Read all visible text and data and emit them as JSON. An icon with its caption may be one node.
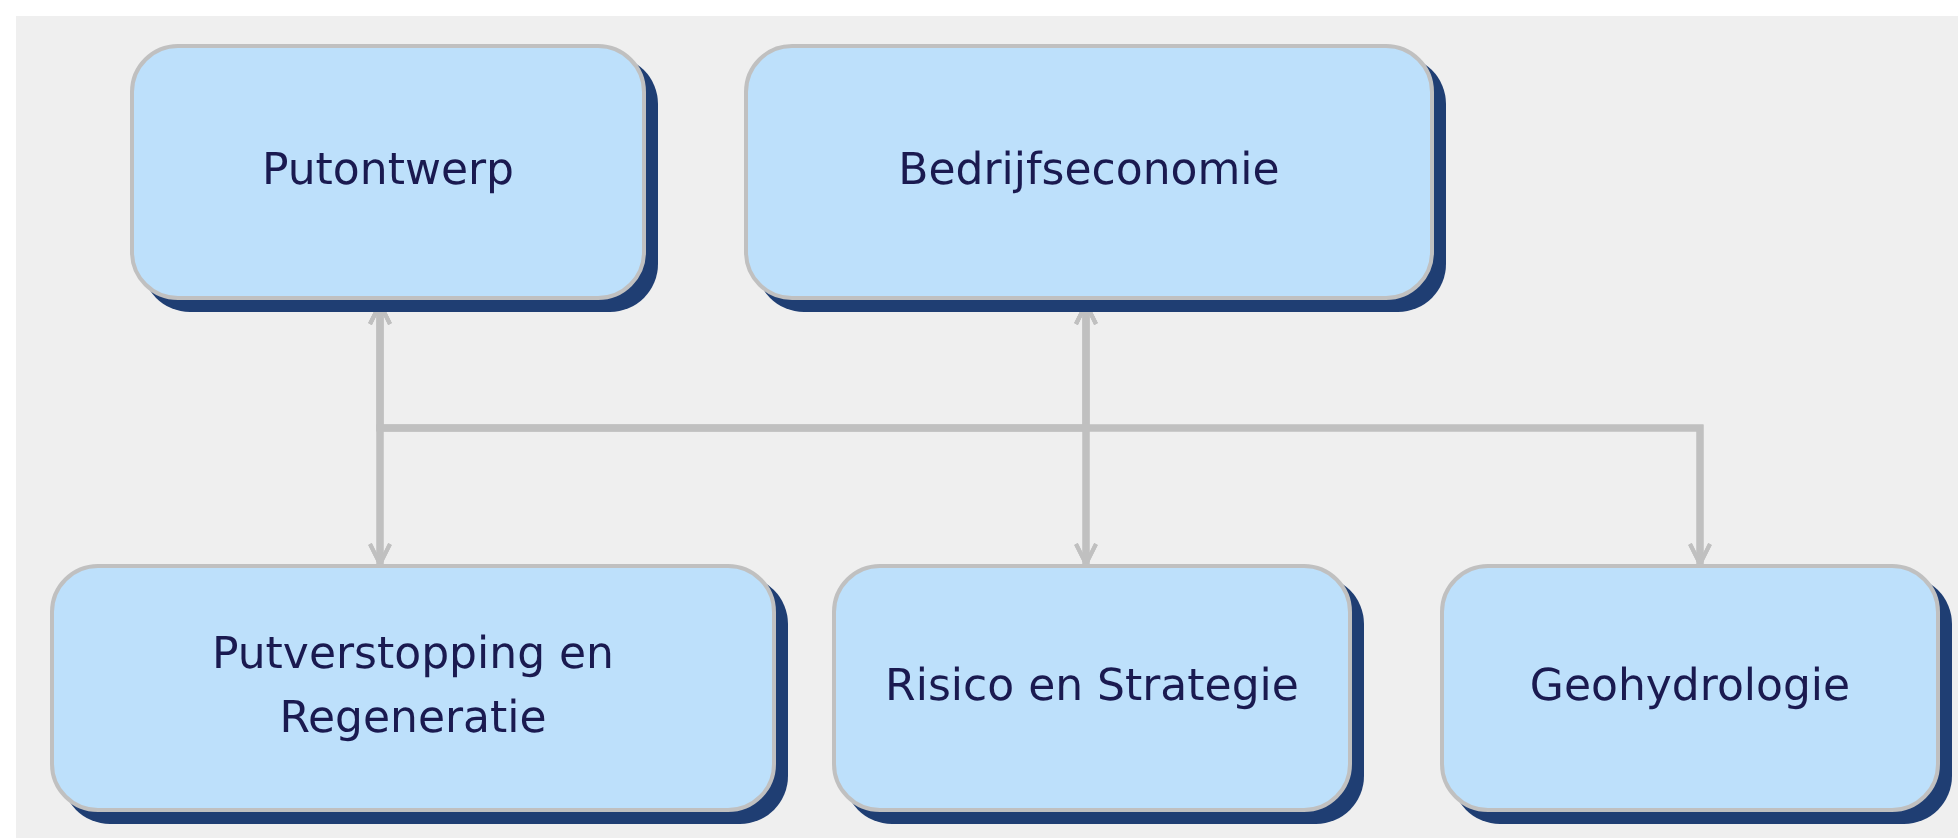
{
  "diagram": {
    "nodes": [
      {
        "text": [
          "Putontwerp"
        ]
      },
      {
        "text": [
          "Bedrijfseconomie"
        ]
      },
      {
        "text": [
          "Putverstopping en Regeneratie"
        ]
      },
      {
        "text": [
          "Risico en Strategie"
        ]
      },
      {
        "text": [
          "Geohydrologie"
        ]
      }
    ],
    "edges": [
      {
        "from": 0,
        "to": 2,
        "arrow": "both"
      },
      {
        "from": 0,
        "to": 3,
        "arrow": "both"
      },
      {
        "from": 0,
        "to": 4,
        "arrow": "both"
      },
      {
        "from": 1,
        "to": 2,
        "arrow": "both"
      },
      {
        "from": 1,
        "to": 3,
        "arrow": "both"
      },
      {
        "from": 1,
        "to": 4,
        "arrow": "both"
      }
    ]
  }
}
